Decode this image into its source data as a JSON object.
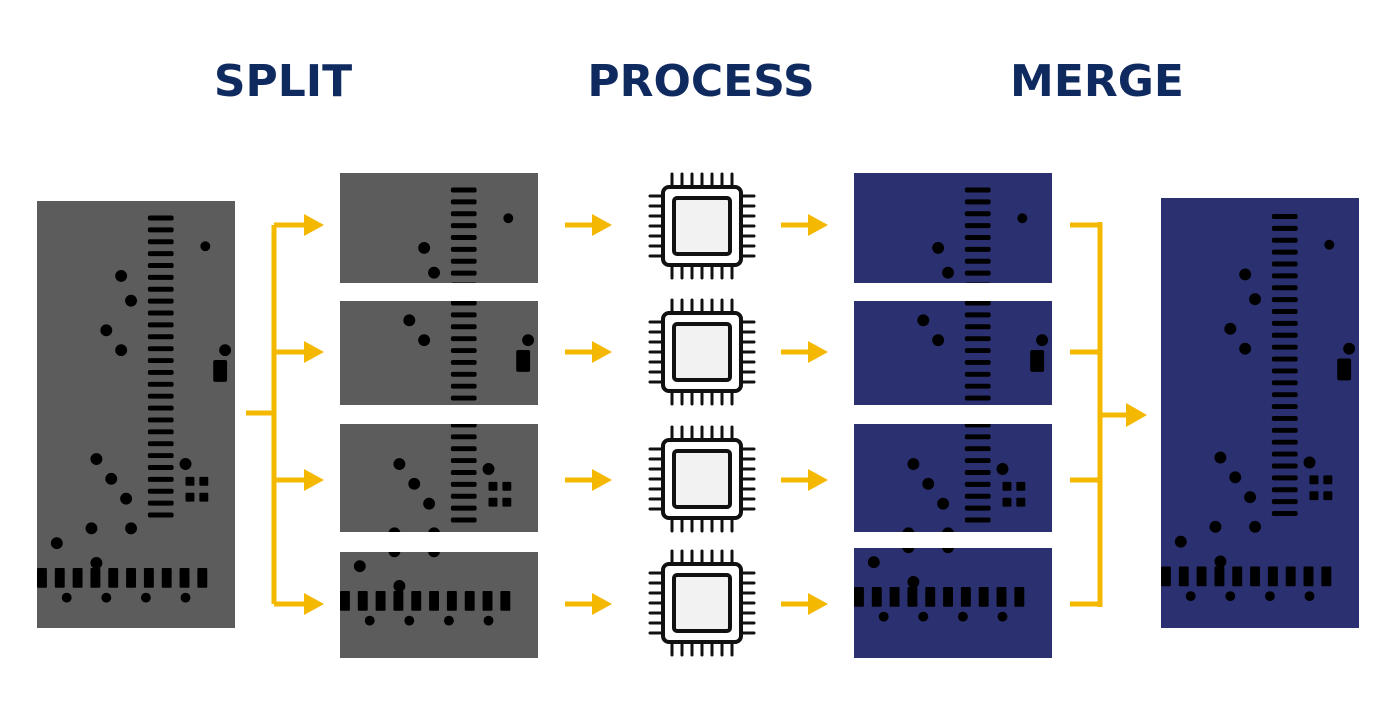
{
  "stages": {
    "split": "SPLIT",
    "process": "PROCESS",
    "merge": "MERGE"
  },
  "segment_count": 4,
  "icons": {
    "processor": "cpu-chip-icon",
    "arrow": "arrow-right-icon"
  },
  "colors": {
    "heading": "#0e2a5f",
    "arrow": "#f5b800",
    "input_board": "#5f5f5f",
    "input_trace": "#a9a9a9",
    "output_board": "#2c3273",
    "output_trace": "#7b86d6",
    "chip_fill": "#f2f2f2",
    "chip_stroke": "#111111"
  }
}
